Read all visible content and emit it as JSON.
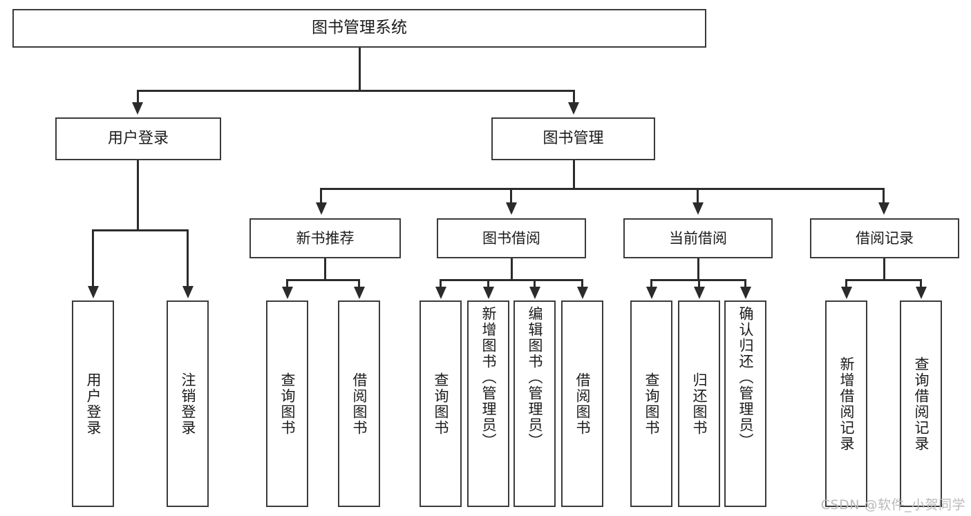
{
  "diagram": {
    "type": "tree-hierarchy-chart",
    "root": {
      "label": "图书管理系统"
    },
    "level2": [
      {
        "label": "用户登录"
      },
      {
        "label": "图书管理"
      }
    ],
    "level3": [
      {
        "label": "新书推荐"
      },
      {
        "label": "图书借阅"
      },
      {
        "label": "当前借阅"
      },
      {
        "label": "借阅记录"
      }
    ],
    "leaves": {
      "user_login": [
        {
          "label": "用户登录"
        },
        {
          "label": "注销登录"
        }
      ],
      "new_book_recommend": [
        {
          "label": "查询图书"
        },
        {
          "label": "借阅图书"
        }
      ],
      "book_borrow": [
        {
          "label": "查询图书"
        },
        {
          "label": "新增图书（管理员）"
        },
        {
          "label": "编辑图书（管理员）"
        },
        {
          "label": "借阅图书"
        }
      ],
      "current_borrow": [
        {
          "label": "查询图书"
        },
        {
          "label": "归还图书"
        },
        {
          "label": "确认归还（管理员）"
        }
      ],
      "borrow_record": [
        {
          "label": "新增借阅记录"
        },
        {
          "label": "查询借阅记录"
        }
      ]
    }
  },
  "watermark": {
    "text": "CSDN @软件_小贺同学"
  },
  "colors": {
    "box_border": "#3a3a3a",
    "connector": "#2b2b2b",
    "background": "#ffffff",
    "text": "#1b1b1b",
    "watermark": "#b9b9b9"
  }
}
